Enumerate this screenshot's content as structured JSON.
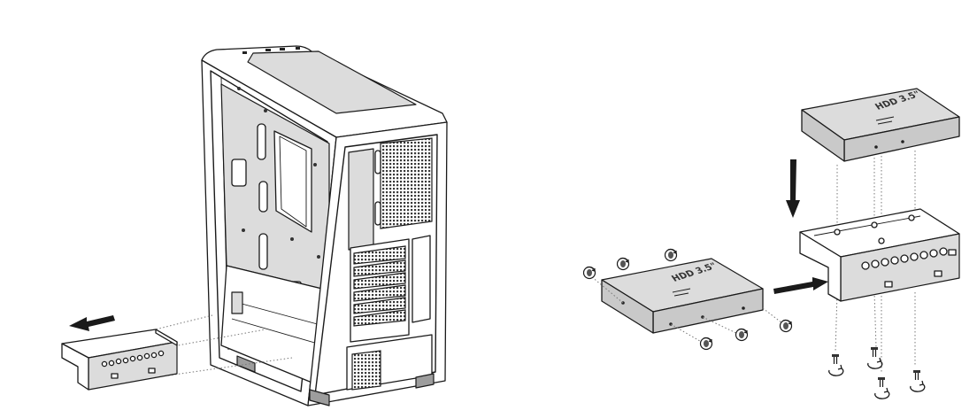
{
  "figure": {
    "left_panel": "hdd-cage-removal-from-chassis",
    "right_panel": "hdd-installation-into-cage"
  },
  "drive_label": {
    "size_text": "HDD 3.5\""
  },
  "icons": {
    "arrow_out": "arrow-left-icon",
    "arrow_down": "arrow-down-icon",
    "arrow_in": "arrow-right-icon",
    "screw": "screw-icon",
    "rotate": "rotate-clockwise-icon"
  }
}
